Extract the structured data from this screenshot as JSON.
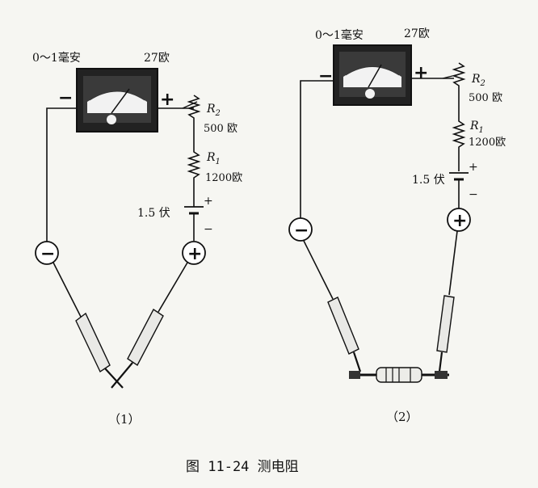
{
  "figure_caption": "图 11-24  测电阻",
  "diagrams": [
    {
      "caption": "（1）",
      "meter_range": "0～1毫安",
      "meter_resistance": "27欧",
      "meter_minus": "−",
      "meter_plus": "+",
      "r2_name": "R",
      "r2_sub": "2",
      "r2_value": "500 欧",
      "r1_name": "R",
      "r1_sub": "1",
      "r1_value": "1200欧",
      "battery_voltage": "1.5 伏",
      "battery_plus": "+",
      "battery_minus": "−",
      "terminal_minus": "−",
      "terminal_plus": "+"
    },
    {
      "caption": "（2）",
      "meter_range": "0～1毫安",
      "meter_resistance": "27欧",
      "meter_minus": "−",
      "meter_plus": "+",
      "r2_name": "R",
      "r2_sub": "2",
      "r2_value": "500 欧",
      "r1_name": "R",
      "r1_sub": "1",
      "r1_value": "1200欧",
      "battery_voltage": "1.5 伏",
      "battery_plus": "+",
      "battery_minus": "−",
      "terminal_minus": "−",
      "terminal_plus": "+"
    }
  ]
}
